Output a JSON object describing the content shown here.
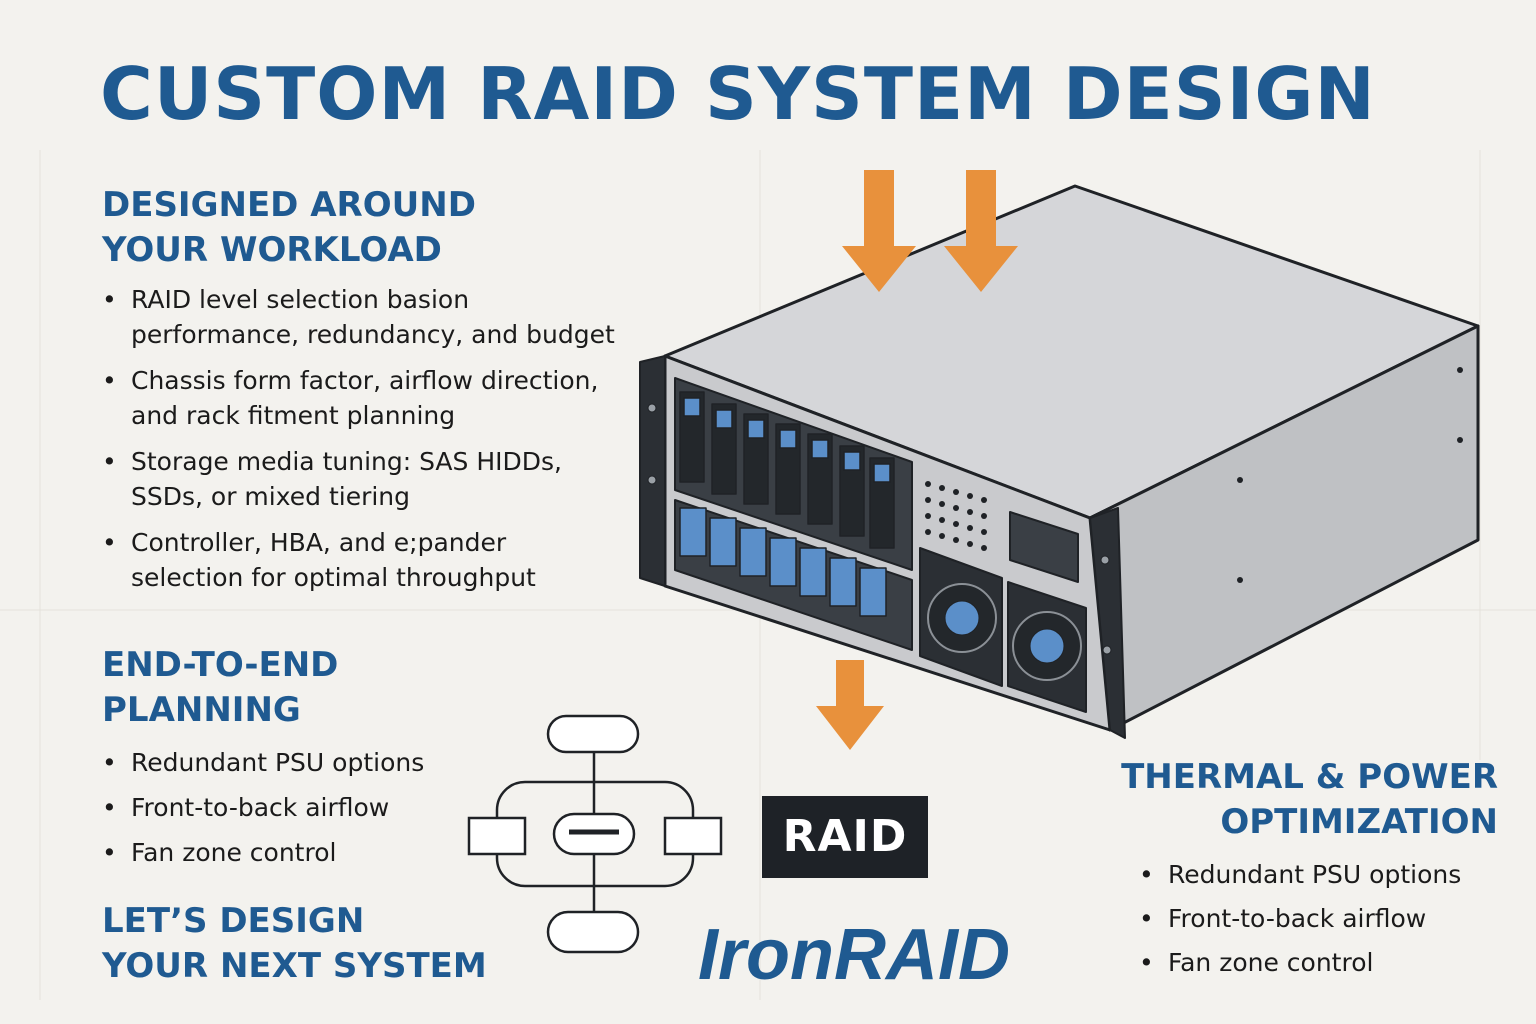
{
  "title": "CUSTOM RAID SYSTEM DESIGN",
  "workload": {
    "heading_line1": "DESIGNED AROUND",
    "heading_line2": "YOUR WORKLOAD",
    "items": [
      {
        "line1": "RAID level selection basion",
        "line2": "performance, redundancy, and budget"
      },
      {
        "line1": "Chassis form factor, airflow direction,",
        "line2": "and rack fitment planning"
      },
      {
        "line1": "Storage media tuning: SAS HIDDs,",
        "line2": "SSDs, or mixed tiering"
      },
      {
        "line1": "Controller, HBA, and e;pander",
        "line2": "selection for optimal throughput"
      }
    ]
  },
  "planning": {
    "heading_line1": "END-TO-END",
    "heading_line2": "PLANNING",
    "items": [
      "Redundant PSU options",
      "Front-to-back airflow",
      "Fan zone control"
    ]
  },
  "cta": {
    "line1": "LET’S DESIGN",
    "line2": "YOUR NEXT SYSTEM"
  },
  "thermal": {
    "heading_line1": "THERMAL & POWER",
    "heading_line2": "OPTIMIZATION",
    "items": [
      "Redundant PSU options",
      "Front-to-back airflow",
      "Fan zone control"
    ]
  },
  "raid_badge": "RAID",
  "brand": "IronRAID",
  "colors": {
    "title_blue": "#1f5a91",
    "arrow_orange": "#e8913c",
    "badge_dark": "#1e2227",
    "drive_light_blue": "#5b8fc9",
    "background": "#f3f2ee"
  },
  "icons": [
    "down-arrow-icon",
    "flowchart-icon",
    "server-chassis-icon",
    "fan-icon"
  ]
}
